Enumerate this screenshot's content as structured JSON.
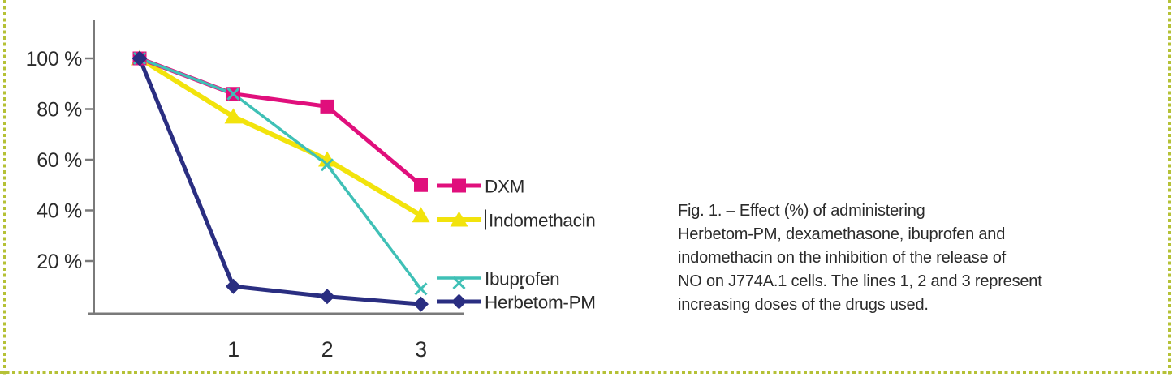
{
  "figure": {
    "background": "#ffffff",
    "border_color": "#b5c136",
    "caption": {
      "lines": [
        "Fig. 1. – Effect (%) of administering",
        "Herbetom-PM, dexamethasone, ibuprofen and",
        "indomethacin on the inhibition of the release of",
        "NO on J774A.1 cells. The lines 1, 2 and 3 represent",
        "increasing doses of the drugs used."
      ],
      "text": "Fig. 1. – Effect (%) of administering Herbetom-PM, dexamethasone, ibuprofen and indomethacin on the inhibition of the release of NO on J774A.1 cells. The lines 1, 2 and 3 represent increasing doses of the drugs used."
    }
  },
  "chart_data": {
    "type": "line",
    "title": "",
    "xlabel": "",
    "ylabel": "",
    "x_values": [
      0,
      1,
      2,
      3
    ],
    "x_tick_labels": [
      "1",
      "2",
      "3"
    ],
    "y_tick_labels": [
      "100 %",
      "80 %",
      "60 %",
      "40 %",
      "20 %"
    ],
    "y_tick_values": [
      100,
      80,
      60,
      40,
      20
    ],
    "ylim": [
      0,
      112
    ],
    "grid": false,
    "legend_position": "right",
    "axis_color": "#7a7a7a",
    "text_color": "#2b2b2b",
    "series": [
      {
        "name": "DXM",
        "color": "#e00f7c",
        "marker": "square",
        "values": [
          100,
          86,
          81,
          50
        ]
      },
      {
        "name": "Indomethacin",
        "color": "#f2e30c",
        "marker": "triangle",
        "values": [
          100,
          77,
          60,
          38
        ]
      },
      {
        "name": "Ibuprofen",
        "color": "#3fc0b6",
        "marker": "x",
        "values": [
          100,
          86,
          58,
          9
        ]
      },
      {
        "name": "Herbetom-PM",
        "color": "#2a2e81",
        "marker": "diamond",
        "values": [
          100,
          10,
          6,
          3
        ]
      }
    ]
  }
}
